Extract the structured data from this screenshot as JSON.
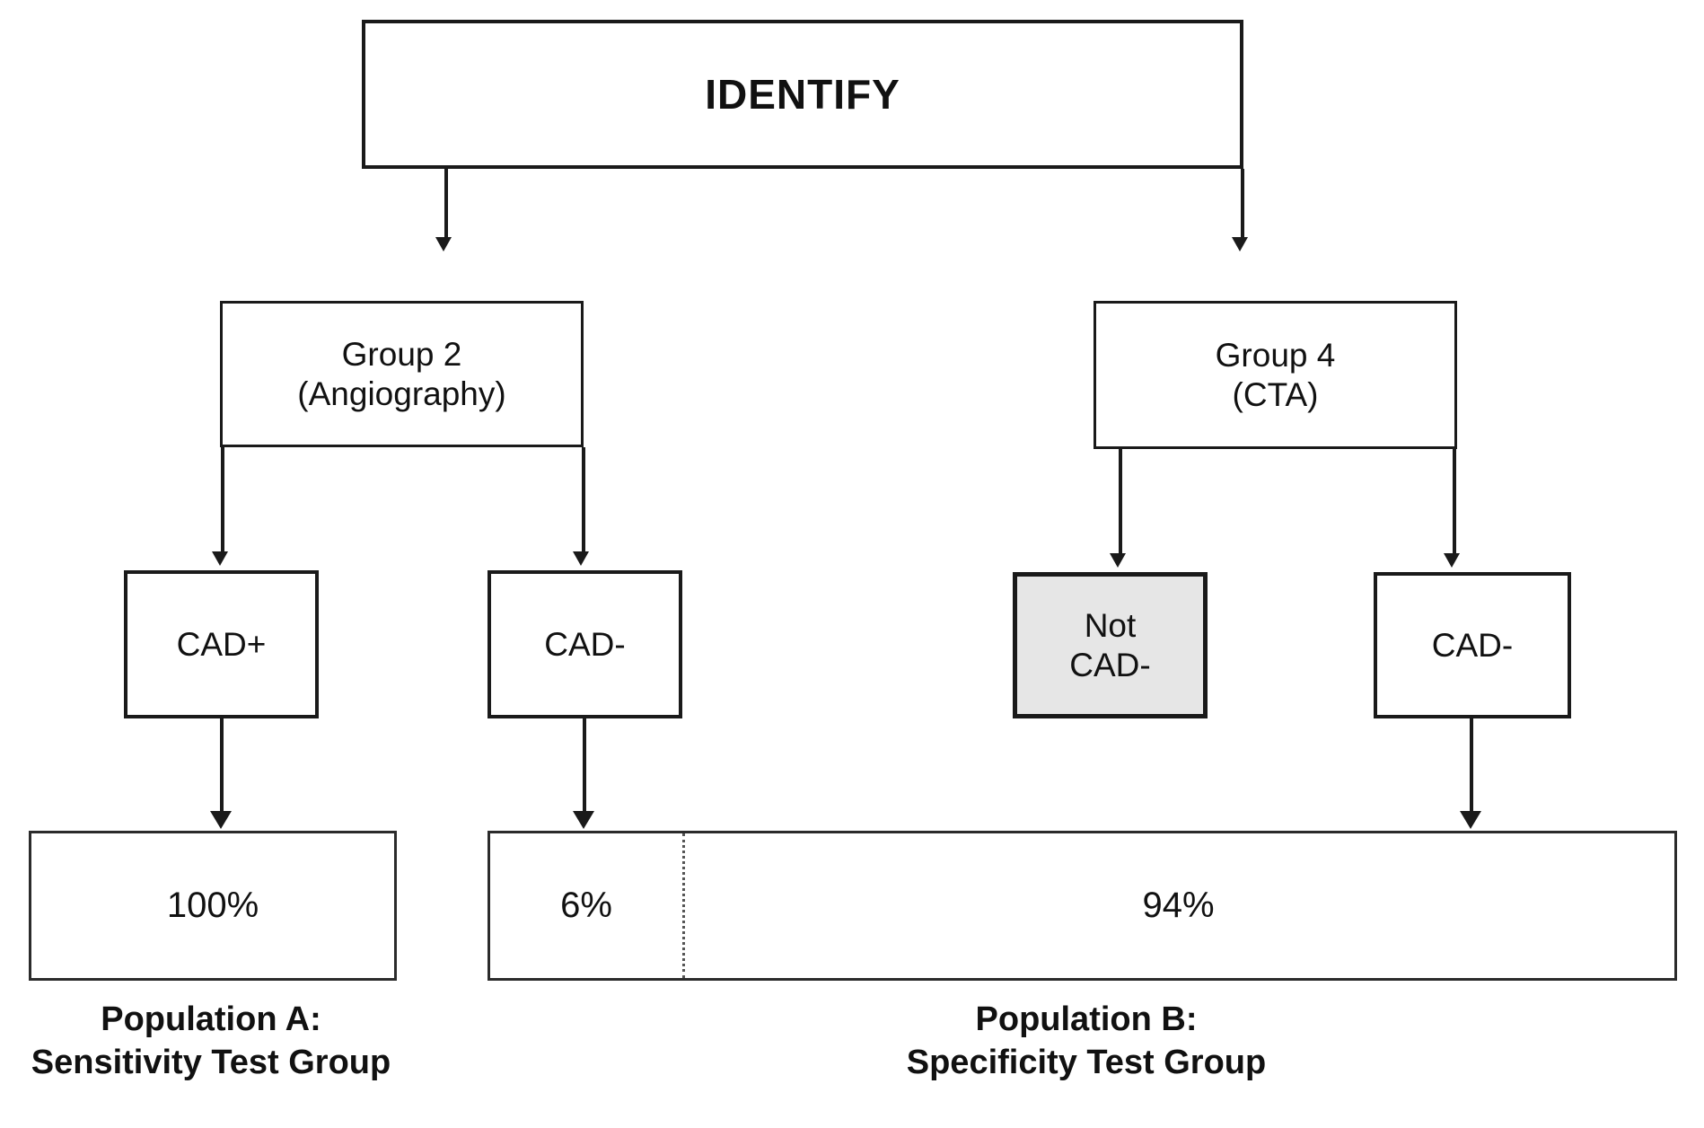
{
  "diagram": {
    "title": "IDENTIFY",
    "root": {
      "label": "IDENTIFY"
    },
    "groups": [
      {
        "id": "group2",
        "line1": "Group 2",
        "line2": "(Angiography)"
      },
      {
        "id": "group4",
        "line1": "Group 4",
        "line2": "(CTA)"
      }
    ],
    "leaves": [
      {
        "id": "cad-plus",
        "line1": "CAD+",
        "line2": "",
        "shaded": false
      },
      {
        "id": "cad-minus-a",
        "line1": "CAD-",
        "line2": "",
        "shaded": false
      },
      {
        "id": "not-cad-minus",
        "line1": "Not",
        "line2": "CAD-",
        "shaded": true
      },
      {
        "id": "cad-minus-b",
        "line1": "CAD-",
        "line2": "",
        "shaded": false
      }
    ],
    "bars": [
      {
        "id": "population-a-bar",
        "segments": [
          {
            "label": "100%",
            "value": 100
          }
        ]
      },
      {
        "id": "population-b-bar",
        "segments": [
          {
            "label": "6%",
            "value": 6
          },
          {
            "label": "94%",
            "value": 94
          }
        ]
      }
    ],
    "captions": [
      {
        "id": "population-a",
        "line1": "Population A:",
        "line2": "Sensitivity Test Group"
      },
      {
        "id": "population-b",
        "line1": "Population B:",
        "line2": "Specificity Test Group"
      }
    ],
    "colors": {
      "stroke": "#1a1a1a",
      "shaded_fill": "#e6e6e6",
      "background": "#ffffff",
      "text": "#111111"
    }
  },
  "chart_data": {
    "type": "bar",
    "title": "IDENTIFY",
    "categories": [
      "Population A: Sensitivity Test Group",
      "Population B: Specificity Test Group"
    ],
    "series": [
      {
        "name": "Population A: Sensitivity Test Group",
        "source": "Group 2 (Angiography) → CAD+",
        "segments": [
          {
            "label": "100%",
            "value": 100
          }
        ]
      },
      {
        "name": "Population B: Specificity Test Group",
        "source": "Group 2 (Angiography) → CAD- ; Group 4 (CTA) → CAD-",
        "segments": [
          {
            "label": "6%",
            "value": 6
          },
          {
            "label": "94%",
            "value": 94
          }
        ]
      }
    ],
    "xlabel": "",
    "ylabel": "",
    "grid": false,
    "legend": "none"
  }
}
